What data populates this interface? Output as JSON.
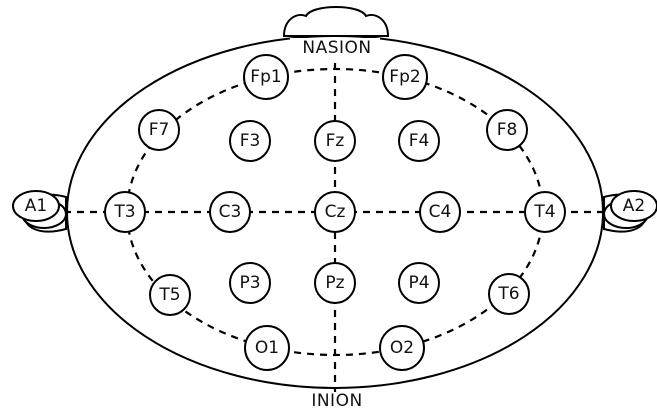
{
  "diagram": {
    "landmarks": {
      "top": "NASION",
      "bottom": "INION"
    },
    "electrodes": [
      "Fp1",
      "Fp2",
      "F7",
      "F3",
      "Fz",
      "F4",
      "F8",
      "A1",
      "T3",
      "C3",
      "Cz",
      "C4",
      "T4",
      "A2",
      "T5",
      "P3",
      "Pz",
      "P4",
      "T6",
      "O1",
      "O2"
    ]
  }
}
